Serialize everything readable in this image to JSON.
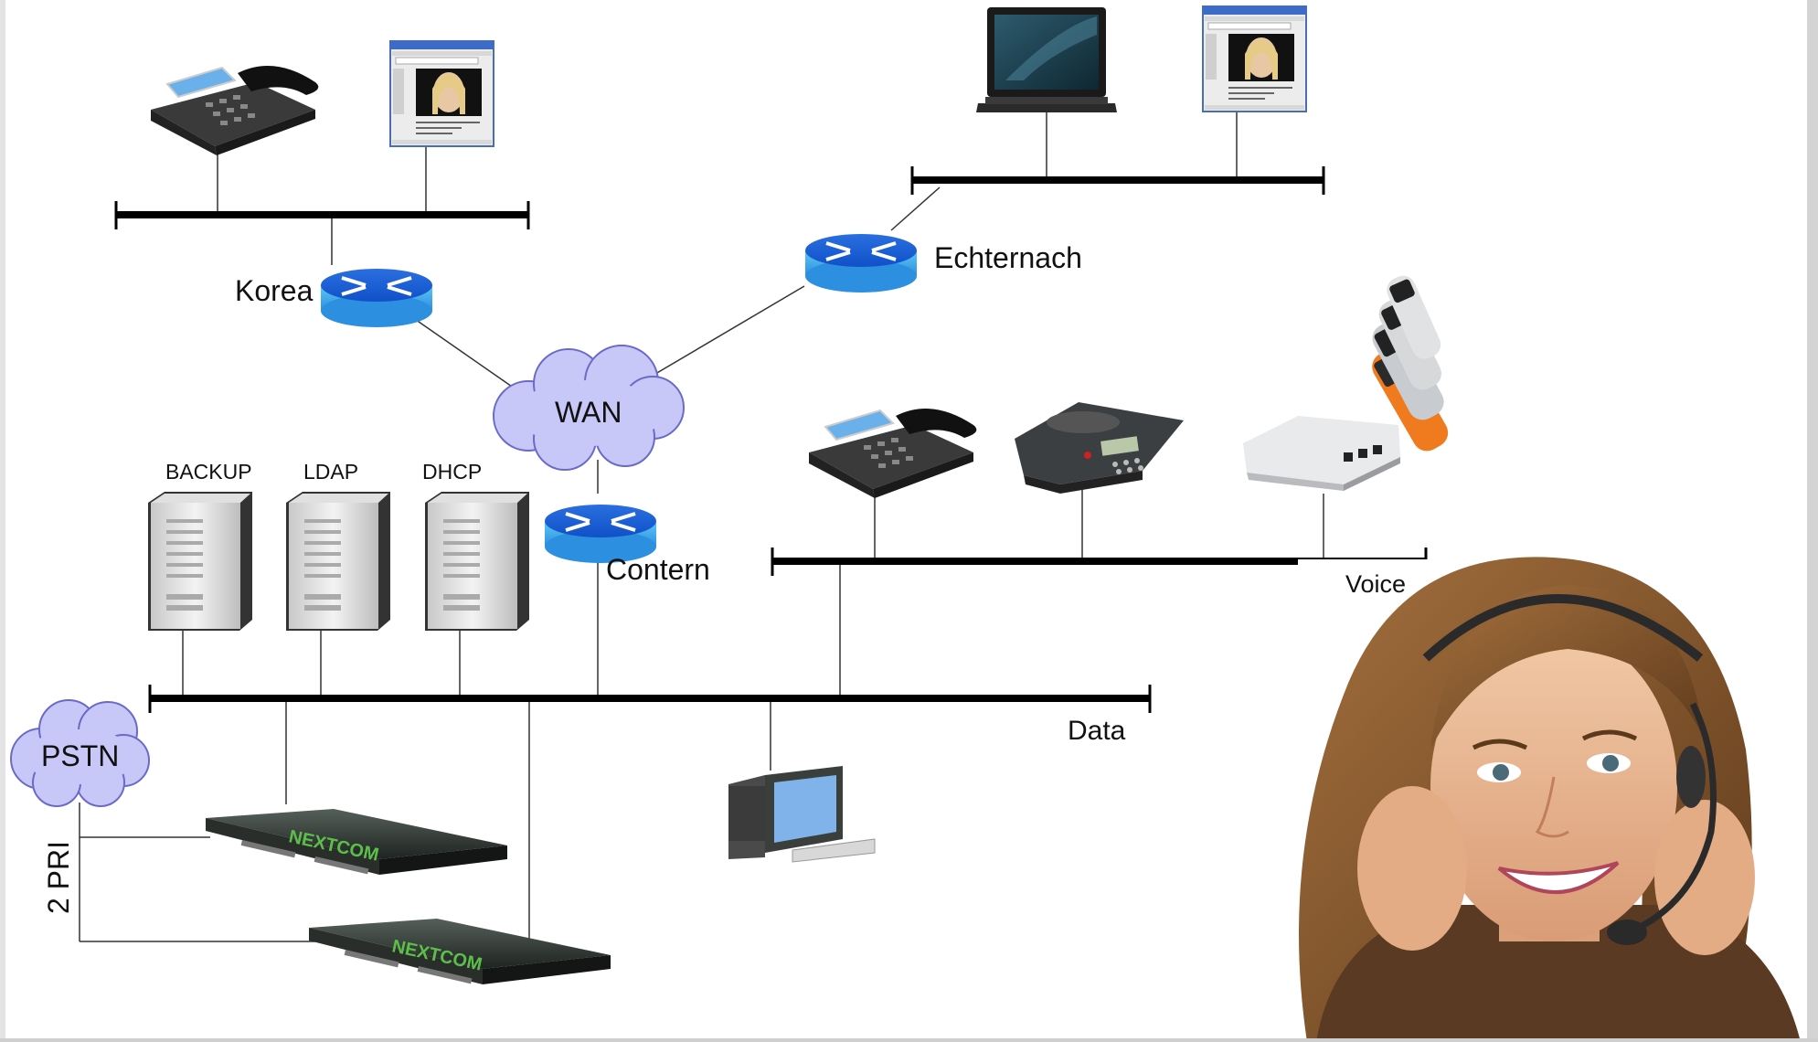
{
  "labels": {
    "korea": "Korea",
    "echternach": "Echternach",
    "wan": "WAN",
    "backup": "BACKUP",
    "ldap": "LDAP",
    "dhcp": "DHCP",
    "contern": "Contern",
    "voice": "Voice",
    "data": "Data",
    "pstn": "PSTN",
    "pri": "2 PRI"
  },
  "server_brand": "NEXTCOM"
}
